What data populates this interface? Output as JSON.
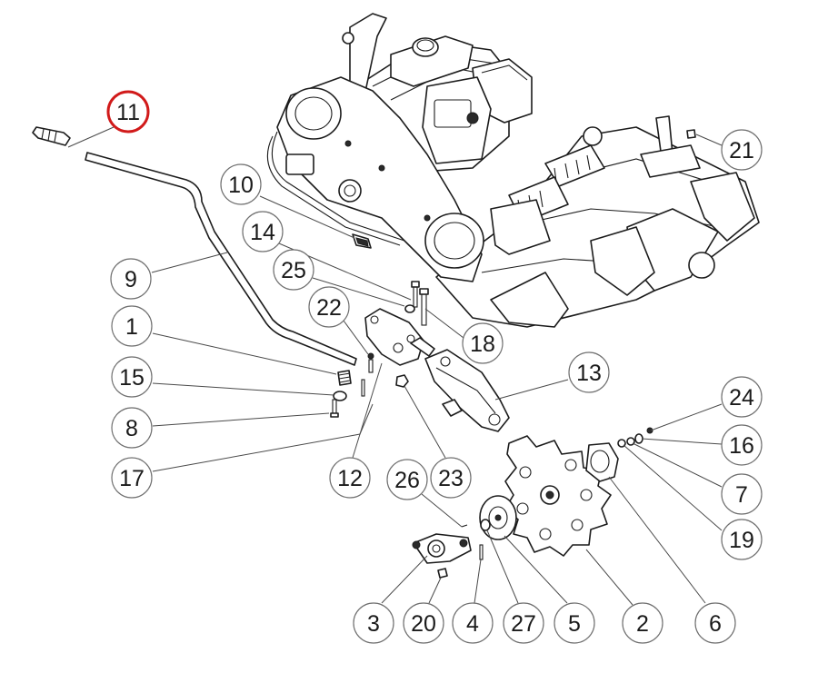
{
  "diagram": {
    "highlight_color": "#d11a1a",
    "callouts": [
      {
        "label": "11",
        "highlighted": true
      },
      {
        "label": "10"
      },
      {
        "label": "14"
      },
      {
        "label": "25"
      },
      {
        "label": "9"
      },
      {
        "label": "22"
      },
      {
        "label": "18"
      },
      {
        "label": "1"
      },
      {
        "label": "15"
      },
      {
        "label": "8"
      },
      {
        "label": "17"
      },
      {
        "label": "12"
      },
      {
        "label": "23"
      },
      {
        "label": "26"
      },
      {
        "label": "13"
      },
      {
        "label": "21"
      },
      {
        "label": "24"
      },
      {
        "label": "16"
      },
      {
        "label": "7"
      },
      {
        "label": "19"
      },
      {
        "label": "3"
      },
      {
        "label": "20"
      },
      {
        "label": "4"
      },
      {
        "label": "27"
      },
      {
        "label": "5"
      },
      {
        "label": "2"
      },
      {
        "label": "6"
      }
    ]
  }
}
